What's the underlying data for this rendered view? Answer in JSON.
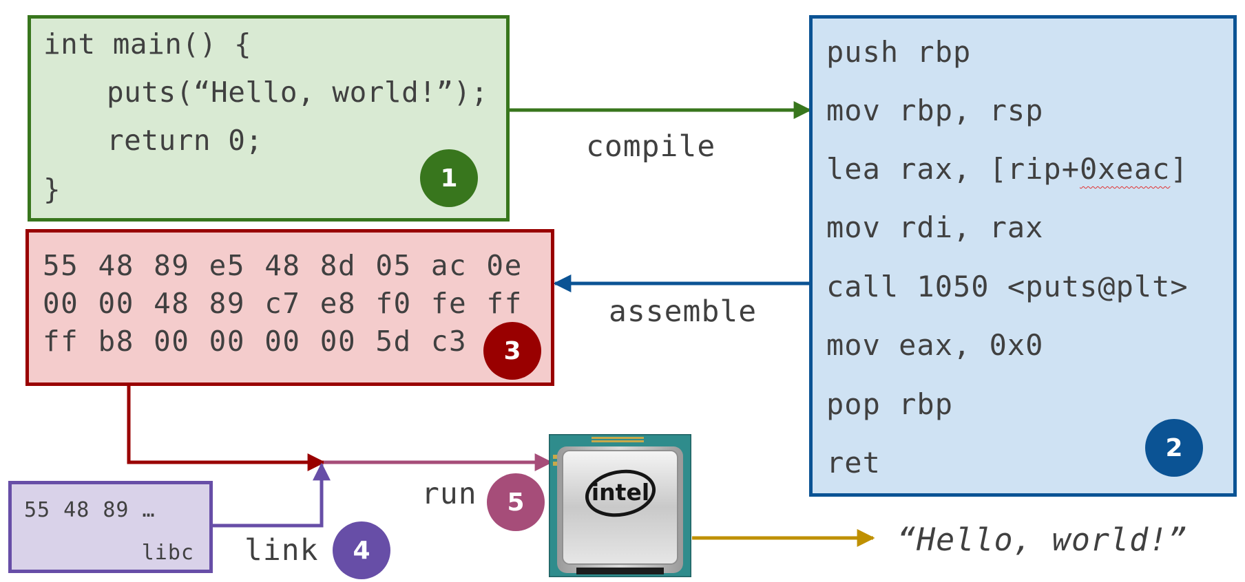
{
  "colors": {
    "source": "#38761d",
    "source_fill": "#d9ead3",
    "assembly": "#0b5394",
    "assembly_fill": "#cfe2f3",
    "binary": "#990000",
    "binary_fill": "#f4cccc",
    "library": "#674ea7",
    "library_fill": "#d9d2e9",
    "run": "#a64d79",
    "output": "#bf9000"
  },
  "source_code": {
    "lines": [
      "int main() {",
      "puts(“Hello, world!”);",
      "return 0;",
      "}"
    ],
    "badge": "1"
  },
  "assembly_code": {
    "lines": [
      "push rbp",
      "mov rbp, rsp",
      "lea rax, [rip+0xeac]",
      "mov rdi, rax",
      "call 1050 <puts@plt>",
      "mov eax, 0x0",
      "pop rbp",
      "ret"
    ],
    "squiggle_word": "0xeac",
    "badge": "2"
  },
  "machine_code": {
    "lines": [
      "55 48 89 e5 48 8d 05 ac 0e",
      "00 00 48 89 c7 e8 f0 fe ff",
      "ff b8 00 00 00 00 5d c3"
    ],
    "badge": "3"
  },
  "library": {
    "bytes": "55 48 89 …",
    "name": "libc"
  },
  "steps": {
    "compile": "compile",
    "assemble": "assemble",
    "link": "link",
    "link_badge": "4",
    "run": "run",
    "run_badge": "5"
  },
  "cpu": {
    "icon": "intel-cpu-icon",
    "brand": "intel"
  },
  "output": {
    "text": "“Hello, world!”"
  }
}
